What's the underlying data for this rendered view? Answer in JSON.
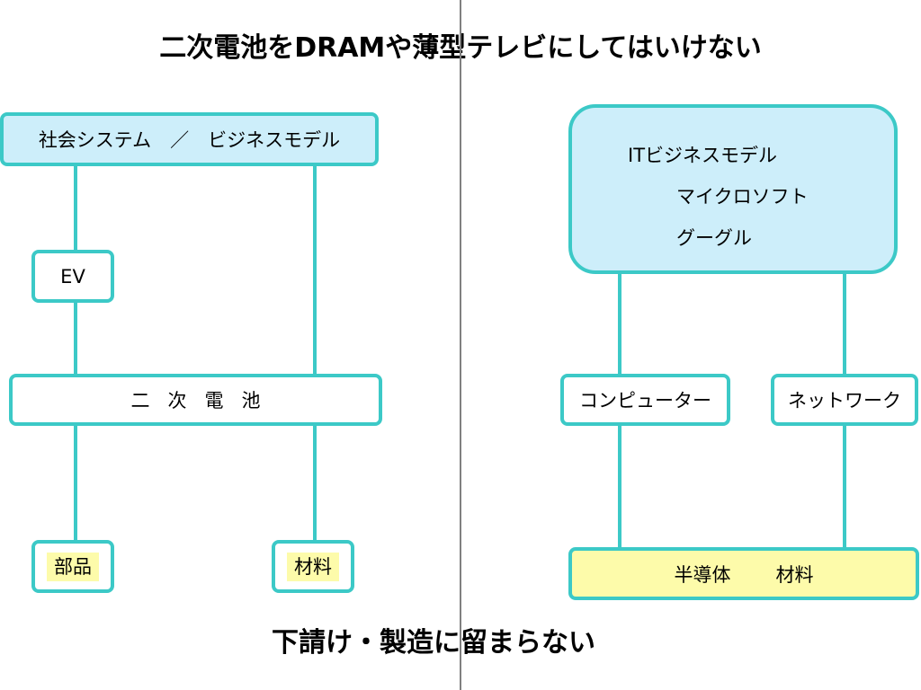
{
  "title": "二次電池をDRAMや薄型テレビにしてはいけない",
  "footer": "下請け・製造に留まらない",
  "colors": {
    "border": "#3cc9c7",
    "blue_fill": "#cdeefa",
    "yellow_fill": "#fdfbaa",
    "divider": "#808080"
  },
  "left": {
    "top_box": "社会システム　／　ビジネスモデル",
    "ev": "EV",
    "battery": [
      "二",
      "次",
      "電",
      "池"
    ],
    "parts": "部品",
    "materials": "材料"
  },
  "right": {
    "it_box": {
      "line1": "ITビジネスモデル",
      "line2": "マイクロソフト",
      "line3": "グーグル"
    },
    "computer": "コンピューター",
    "network": "ネットワーク",
    "bottom": {
      "semiconductor": "半導体",
      "materials": "材料"
    }
  }
}
